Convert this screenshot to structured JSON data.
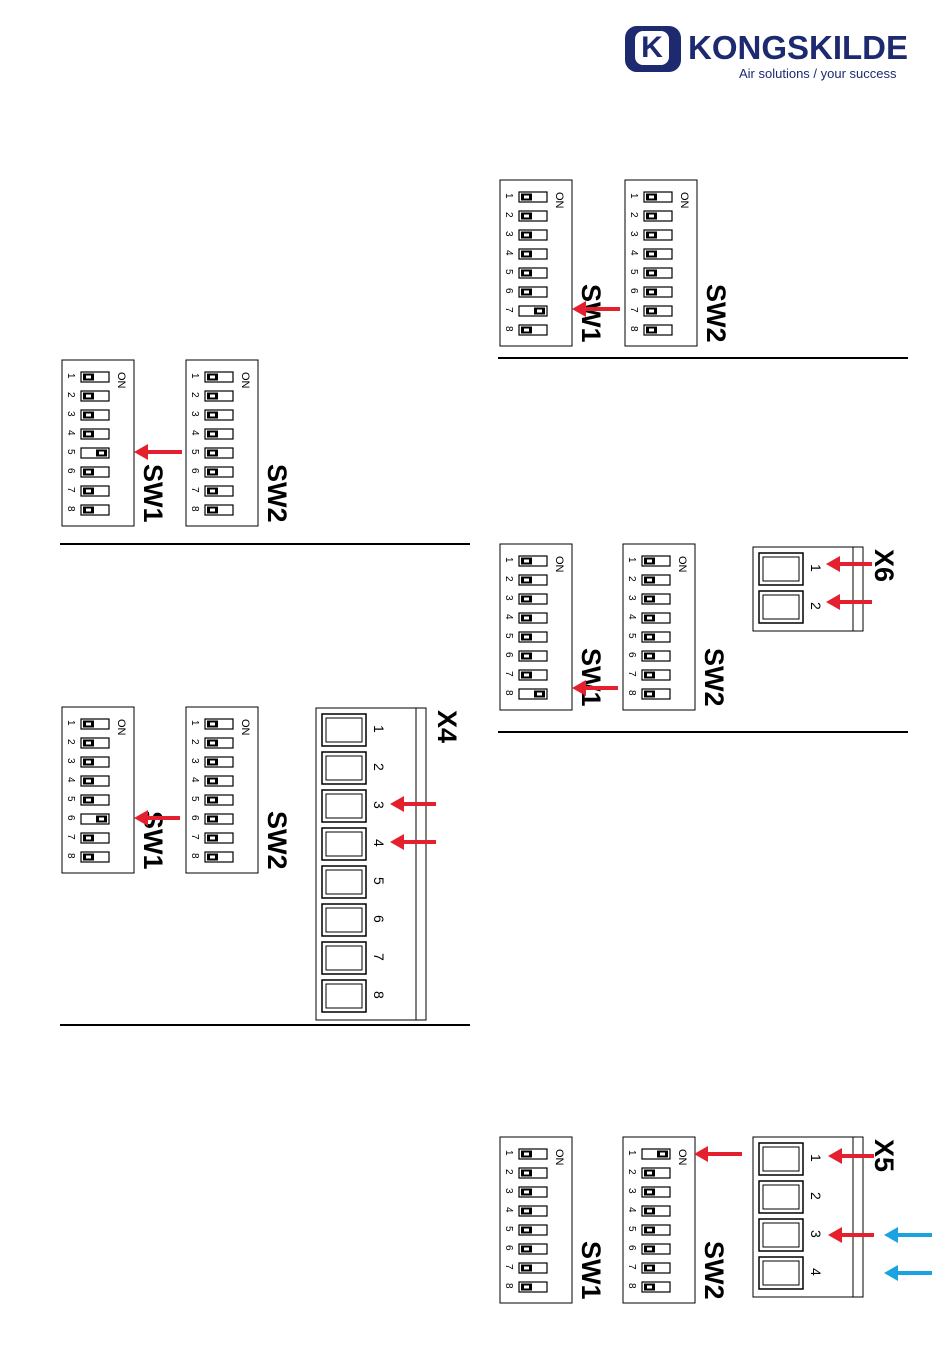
{
  "logo": {
    "letter": "K",
    "name": "KONGSKILDE",
    "tagline": "Air solutions / your success"
  },
  "switch": {
    "on_label": "ON",
    "positions": [
      "1",
      "2",
      "3",
      "4",
      "5",
      "6",
      "7",
      "8"
    ]
  },
  "connectors": {
    "x4": "X4",
    "x5": "X5",
    "x6": "X6"
  },
  "colors": {
    "brand": "#1d2a70",
    "arrow_red": "#e4202e",
    "arrow_blue": "#1aa3e0"
  },
  "figures": [
    {
      "id": "fig-a",
      "sw1": {
        "label": "SW1",
        "on": [
          5
        ]
      },
      "sw2": {
        "label": "SW2",
        "on": []
      }
    },
    {
      "id": "fig-b",
      "sw1": {
        "label": "SW1",
        "on": [
          6
        ]
      },
      "sw2": {
        "label": "SW2",
        "on": []
      },
      "connector": {
        "label": "X4",
        "pins": [
          "1",
          "2",
          "3",
          "4",
          "5",
          "6",
          "7",
          "8"
        ]
      }
    },
    {
      "id": "fig-c",
      "sw1": {
        "label": "SW1",
        "on": [
          7
        ]
      },
      "sw2": {
        "label": "SW2",
        "on": []
      }
    },
    {
      "id": "fig-d",
      "sw1": {
        "label": "SW1",
        "on": [
          8
        ]
      },
      "sw2": {
        "label": "SW2",
        "on": []
      },
      "connector": {
        "label": "X6",
        "pins": [
          "1",
          "2"
        ]
      }
    },
    {
      "id": "fig-e",
      "sw1": {
        "label": "SW1",
        "on": []
      },
      "sw2": {
        "label": "SW2",
        "on": [
          1
        ]
      },
      "connector": {
        "label": "X5",
        "pins": [
          "1",
          "2",
          "3",
          "4"
        ]
      }
    }
  ]
}
